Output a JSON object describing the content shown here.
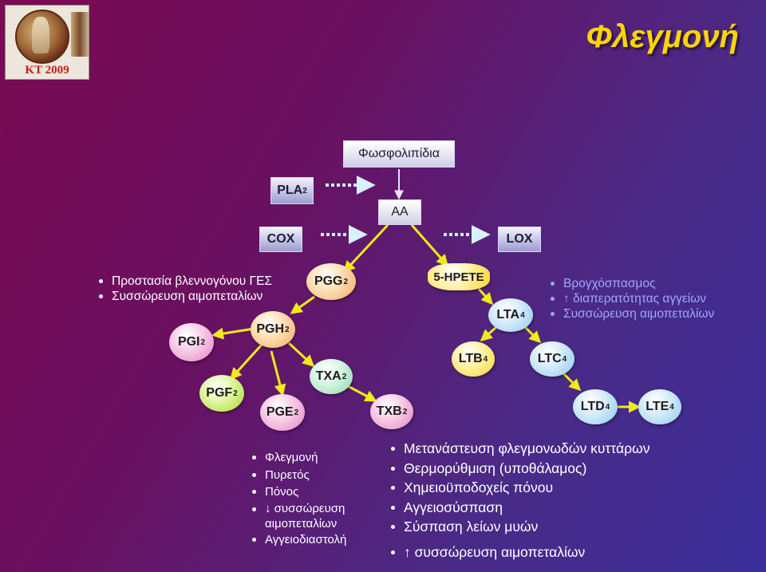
{
  "logo": {
    "text": "KT 2009"
  },
  "title": "Φλεγμονή",
  "pathway": {
    "phospholipids": "Φωσφολιπίδια",
    "pla2": {
      "base": "PLA",
      "sub": "2"
    },
    "aa": "AA",
    "cox": "COX",
    "lox": "LOX"
  },
  "nodes": {
    "pgg2": {
      "base": "PGG",
      "sub": "2",
      "color": "#f5a85e"
    },
    "pgh2": {
      "base": "PGH",
      "sub": "2",
      "color": "#f5a85e"
    },
    "pgi2": {
      "base": "PGI",
      "sub": "2",
      "color": "#e783c2"
    },
    "pgf2": {
      "base": "PGF",
      "sub": "2",
      "color": "#a8d62a"
    },
    "pge2": {
      "base": "PGE",
      "sub": "2",
      "color": "#e783c2"
    },
    "txa2": {
      "base": "TXA",
      "sub": "2",
      "color": "#8bd6a8"
    },
    "txb2": {
      "base": "TXB",
      "sub": "2",
      "color": "#e783c2"
    },
    "hpete": {
      "label": "5-HPETE",
      "color": "#f6d530"
    },
    "lta4": {
      "base": "LTA",
      "sub": "4",
      "color": "#8fc7ef"
    },
    "ltb4": {
      "base": "LTB",
      "sub": "4",
      "color": "#f6d530"
    },
    "ltc4": {
      "base": "LTC",
      "sub": "4",
      "color": "#8fc7ef"
    },
    "ltd4": {
      "base": "LTD",
      "sub": "4",
      "color": "#8fc7ef"
    },
    "lte4": {
      "base": "LTE",
      "sub": "4",
      "color": "#8fc7ef"
    }
  },
  "cox_effects": [
    "Προστασία βλεννογόνου ΓΕΣ",
    "Συσσώρευση αιμοπεταλίων"
  ],
  "lt_effects": [
    {
      "arrow": "",
      "text": "Βρογχόσπασμος"
    },
    {
      "arrow": "↑",
      "text": " διαπερατότητας αγγείων"
    },
    {
      "arrow": "",
      "text": "Συσσώρευση αιμοπεταλίων"
    }
  ],
  "pge_effects": [
    {
      "arrow": "",
      "text": "Φλεγμονή"
    },
    {
      "arrow": "",
      "text": "Πυρετός"
    },
    {
      "arrow": "",
      "text": "Πόνος"
    },
    {
      "arrow": "↓",
      "text": " συσσώρευση αιμοπεταλίων"
    },
    {
      "arrow": "",
      "text": "Αγγειοδιαστολή"
    }
  ],
  "ltb_effects": [
    {
      "arrow": "",
      "text": "Μετανάστευση φλεγμονωδών κυττάρων"
    },
    {
      "arrow": "",
      "text": "Θερμορύθμιση (υποθάλαμος)"
    },
    {
      "arrow": "",
      "text": "Χημειοϋποδοχείς πόνου"
    },
    {
      "arrow": "",
      "text": "Αγγειοσύσπαση"
    },
    {
      "arrow": "",
      "text": "Σύσπαση λείων μυών"
    },
    {
      "arrow": "↑",
      "text": " συσσώρευση αιμοπεταλίων"
    }
  ],
  "colors": {
    "title": "#ffd30a",
    "connector": "#f0ea1a",
    "dotted_arrow": "#d9f0ff",
    "lt_text": "#9ea6ff"
  }
}
